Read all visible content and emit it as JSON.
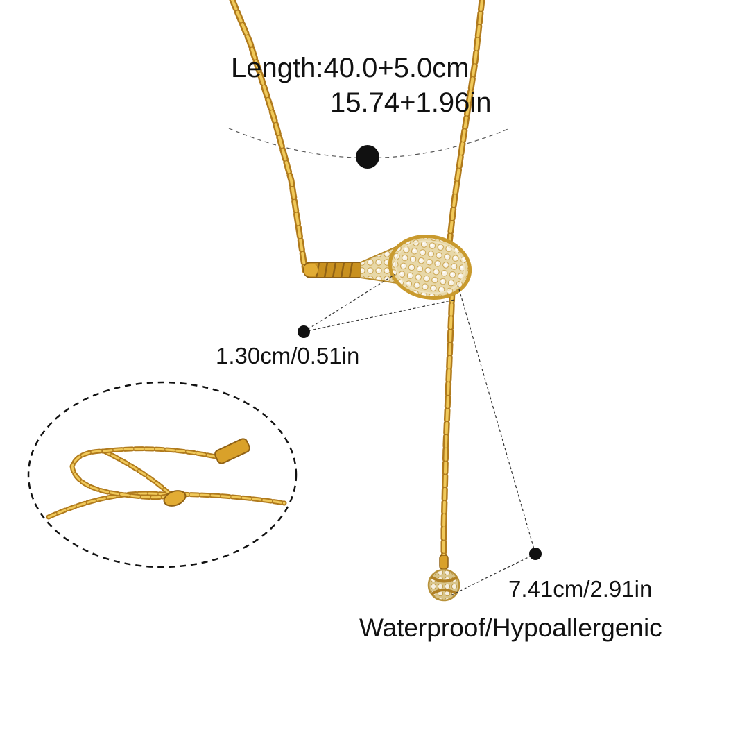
{
  "labels": {
    "length_primary": "Length:40.0+5.0cm",
    "length_secondary": "15.74+1.96in",
    "head_size": "1.30cm/0.51in",
    "drop_size": "7.41cm/2.91in",
    "feature": "Waterproof/Hypoallergenic"
  },
  "colors": {
    "gold": "#d9a12a",
    "gold_dark": "#a8741a",
    "gold_light": "#f2cf6b",
    "ink": "#111111",
    "background": "#ffffff"
  }
}
